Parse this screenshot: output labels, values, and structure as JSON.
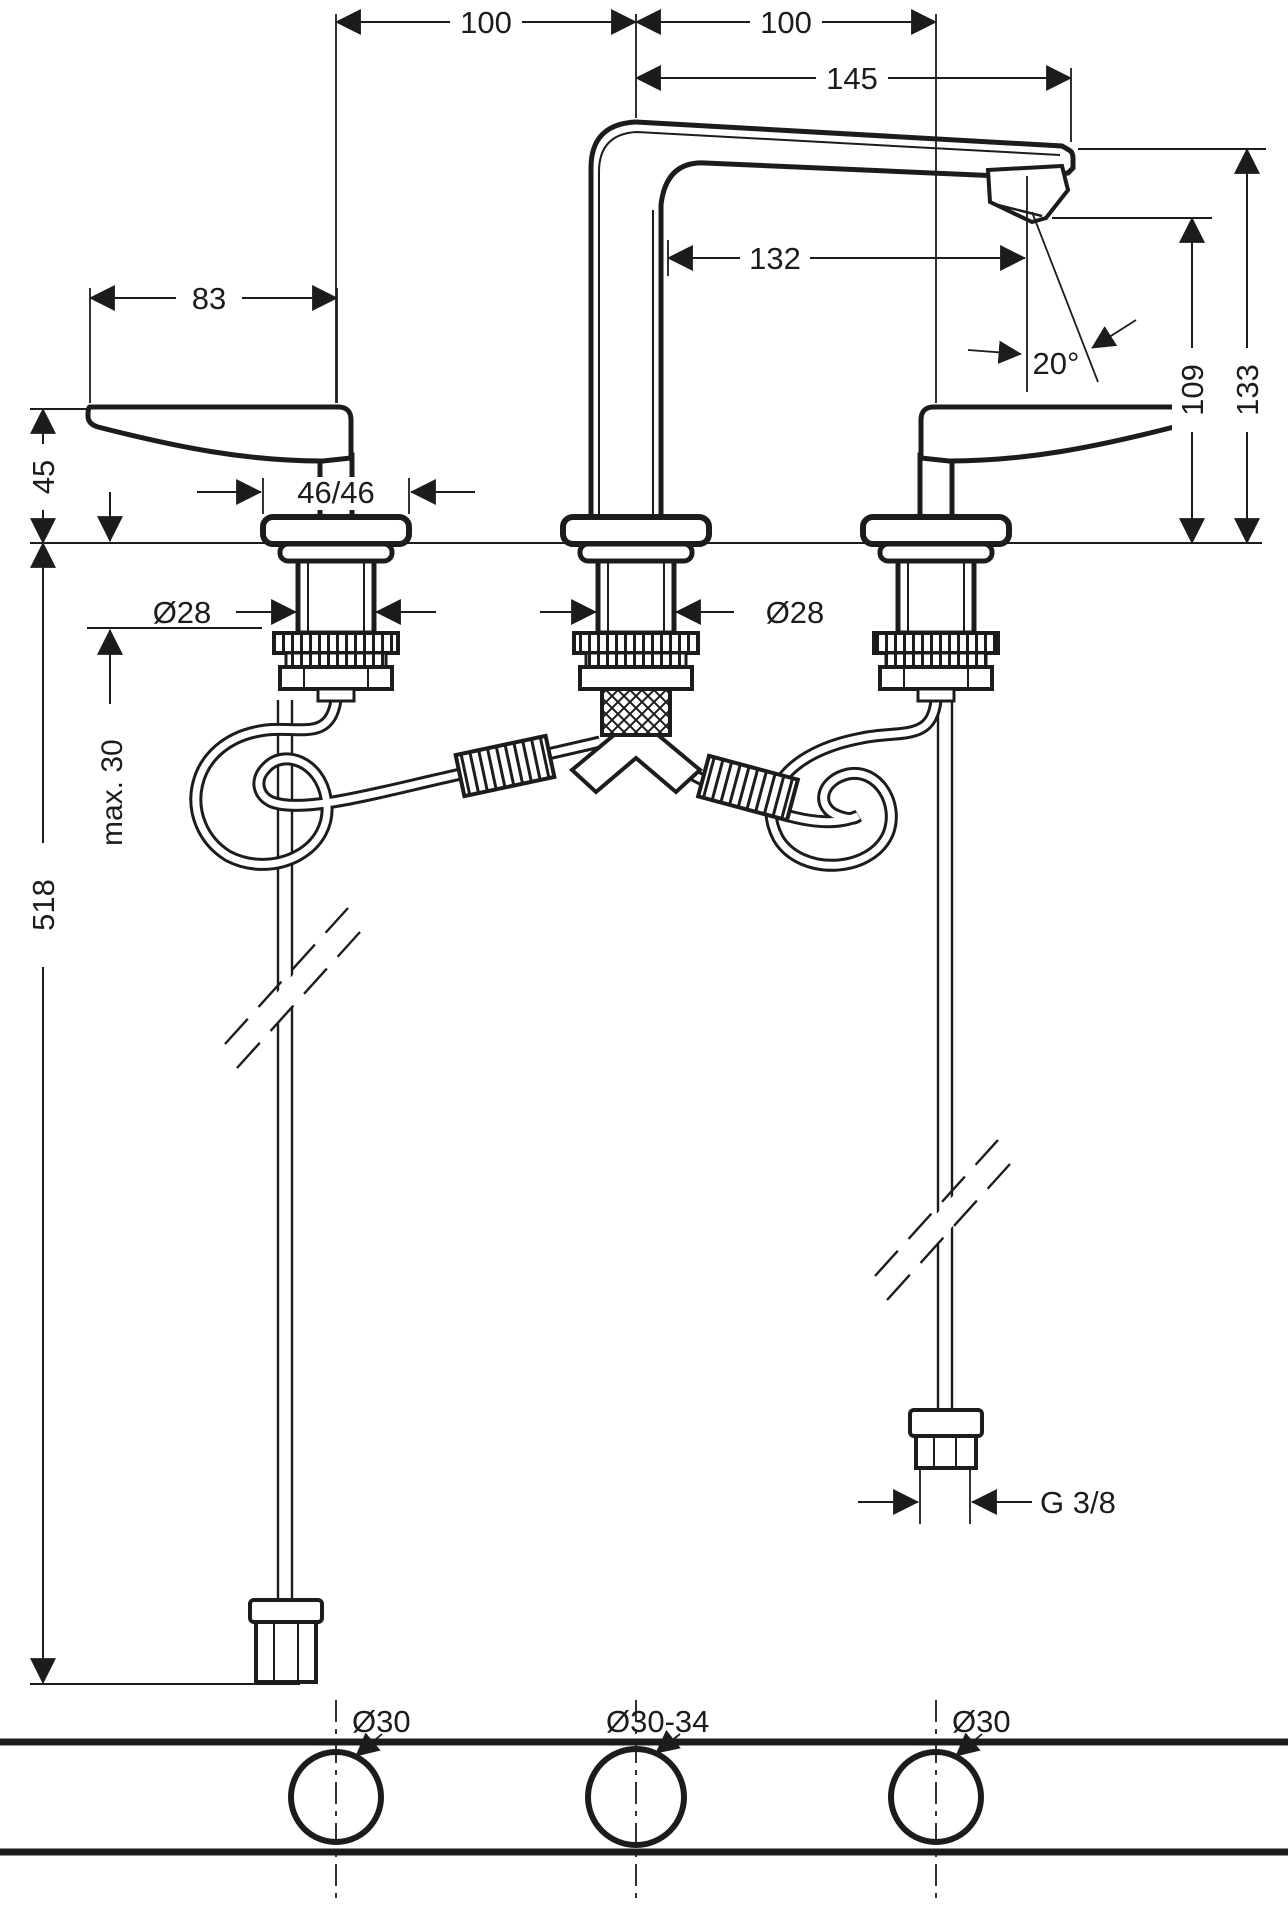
{
  "dims": {
    "spacing_left": "100",
    "spacing_right": "100",
    "reach_total": "145",
    "spout_reach": "132",
    "spout_angle": "20°",
    "aerator_height": "109",
    "total_height": "133",
    "handle_length": "83",
    "handle_height": "45",
    "escutcheon_size": "46/46",
    "shank_dia_left": "Ø28",
    "shank_dia_center": "Ø28",
    "counter_max_thickness": "max. 30",
    "hose_length": "518",
    "connection_thread": "G 3/8"
  },
  "plan": {
    "hole_left": "Ø30",
    "hole_center": "Ø30-34",
    "hole_right": "Ø30"
  },
  "colors": {
    "line": "#1c1c1c",
    "background": "#ffffff"
  }
}
